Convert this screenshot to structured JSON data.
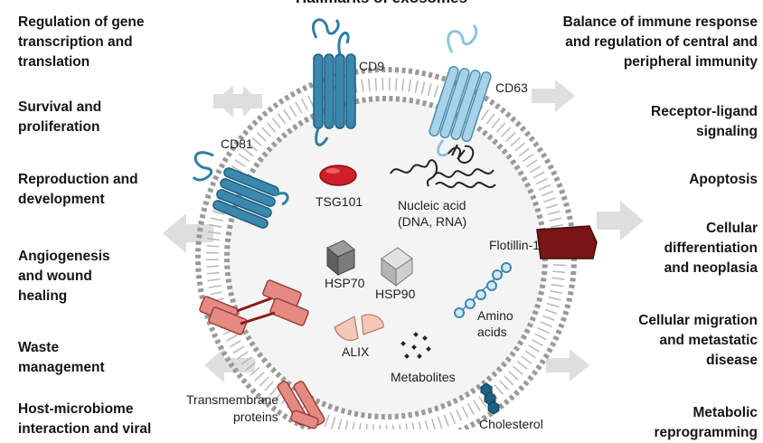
{
  "title": "Hallmarks of exosomes",
  "left_labels": [
    "Regulation of gene\ntranscription and\ntranslation",
    "Survival and\nproliferation",
    "Reproduction and\ndevelopment",
    "Angiogenesis\nand wound\nhealing",
    "Waste\nmanagement",
    "Host-microbiome\ninteraction and viral"
  ],
  "right_labels": [
    "Balance of immune response\nand regulation of central and\nperipheral immunity",
    "Receptor-ligand\nsignaling",
    "Apoptosis",
    "Cellular\ndifferentiation\nand neoplasia",
    "Cellular migration\nand metastatic\ndisease",
    "Metabolic\nreprogramming"
  ],
  "components": {
    "cd9": "CD9",
    "cd63": "CD63",
    "cd81": "CD81",
    "tsg101": "TSG101",
    "nucleic_acid_line1": "Nucleic acid",
    "nucleic_acid_line2": "(DNA, RNA)",
    "flotillin": "Flotillin-1",
    "hsp70": "HSP70",
    "hsp90": "HSP90",
    "amino_line1": "Amino",
    "amino_line2": "acids",
    "alix": "ALIX",
    "metabolites": "Metabolites",
    "transmembrane_line1": "Transmembrane",
    "transmembrane_line2": "proteins",
    "cholesterol": "Cholesterol"
  },
  "colors": {
    "membrane": "#8f8f8f",
    "interior": "#f3f3f3",
    "tetraspanin_dark": "#2f7fa5",
    "tetraspanin_light": "#8fc3dd",
    "tsg101": "#d01f26",
    "flotillin": "#7a1416",
    "transmembrane": "#e48a80",
    "arrow": "#dcdcdc"
  },
  "icons": {
    "arrows": "outward-arrow-icon",
    "hsp": "cube-icon",
    "alix": "wedge-icon",
    "amino": "bead-chain-icon",
    "nucleic": "squiggle-icon"
  }
}
